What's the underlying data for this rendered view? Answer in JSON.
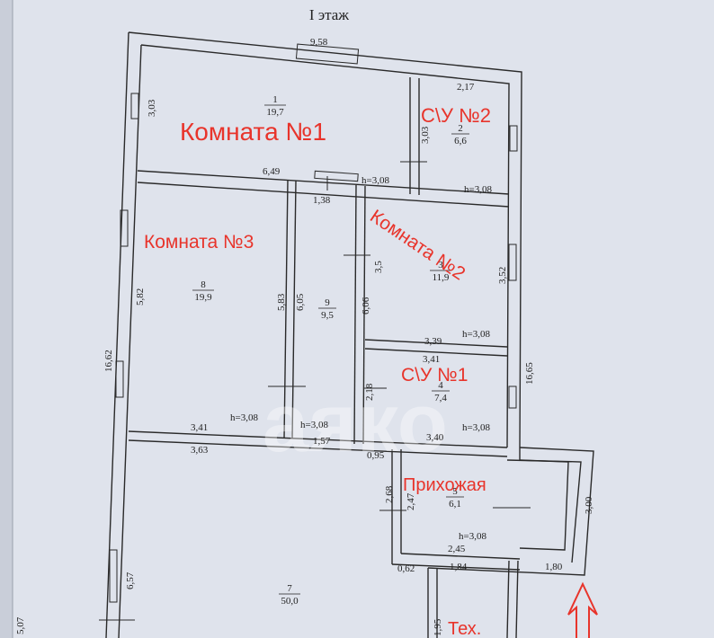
{
  "title": "I этаж",
  "watermark": "аяко",
  "colors": {
    "paper": "#dfe3ec",
    "ink": "#2a2a2a",
    "annotation": "#e8342b"
  },
  "rooms": [
    {
      "number": "1",
      "area": "19,7",
      "label": "Комната №1"
    },
    {
      "number": "2",
      "area": "6,6",
      "label": "С\\У №2"
    },
    {
      "number": "3",
      "area": "11,9",
      "label": "Комната №2"
    },
    {
      "number": "4",
      "area": "7,4",
      "label": "С\\У №1"
    },
    {
      "number": "5",
      "area": "6,1",
      "label": "Прихожая"
    },
    {
      "number": "7",
      "area": "50,0",
      "label": "Тех."
    },
    {
      "number": "8",
      "area": "19,9",
      "label": "Комната №3"
    },
    {
      "number": "9",
      "area": "9,5",
      "label": ""
    }
  ],
  "dimensions": {
    "d958": "9,58",
    "d303a": "3,03",
    "d217": "2,17",
    "d303b": "3,03",
    "d649": "6,49",
    "d138": "1,38",
    "d582": "5,82",
    "d583": "5,83",
    "d605": "6,05",
    "d606": "6,06",
    "d35": "3,5",
    "d352": "3,52",
    "d339": "3,39",
    "d341": "3,41",
    "d218": "2,18",
    "d1662": "16,62",
    "d1665": "16,65",
    "d341b": "3,41",
    "d363": "3,63",
    "d157": "1,57",
    "d095": "0,95",
    "d340": "3,40",
    "d268": "2,68",
    "d247": "2,47",
    "d300": "3,00",
    "d245": "2,45",
    "d184": "1,84",
    "d180": "1,80",
    "d062": "0,62",
    "d657": "6,57",
    "d195": "1,95",
    "d507": "5,07"
  },
  "heights": {
    "h1": "h=3,08",
    "h2": "h=3,08",
    "h3": "h=3,08",
    "h4": "h=3,08",
    "h5": "h=3,08",
    "h6": "h=3,08",
    "h7": "h=3,08"
  }
}
